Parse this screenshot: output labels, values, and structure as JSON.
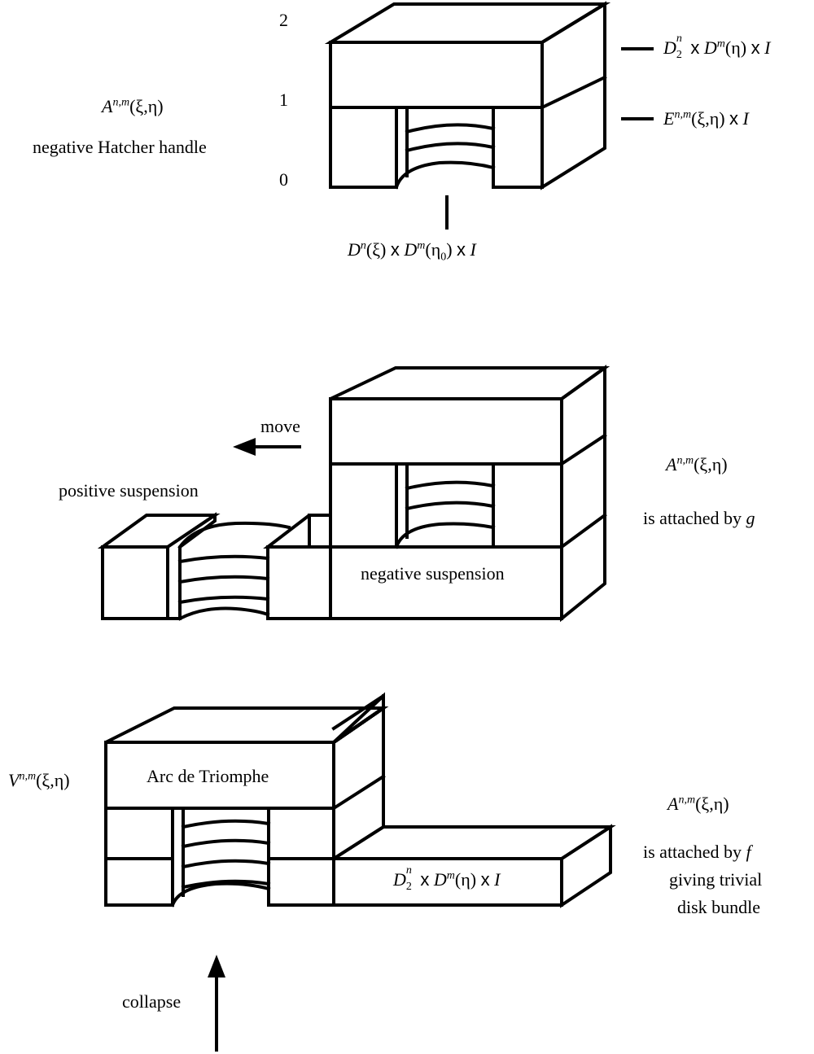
{
  "fig1": {
    "levels": [
      "2",
      "1",
      "0"
    ],
    "left_label": {
      "sym": "A",
      "sup": "n,m",
      "args": "(ξ,η)",
      "caption": "negative Hatcher handle"
    },
    "right_top": {
      "sym": "D",
      "sub": "2",
      "sup": "n",
      "rest_times": "x",
      "sym2": "D",
      "sup2": "m",
      "args2": "(η)",
      "times2": "x",
      "I": "I"
    },
    "right_mid": {
      "sym": "E",
      "sup": "n,m",
      "args": "(ξ,η)",
      "times": "x",
      "I": "I"
    },
    "bottom": {
      "sym": "D",
      "sup": "n",
      "args": "(ξ)",
      "times": "x",
      "sym2": "D",
      "sup2": "m",
      "args2": "(η",
      "sub2": "0",
      "close": ")",
      "times2": "x",
      "I": "I"
    }
  },
  "fig2": {
    "move": "move",
    "positive": "positive suspension",
    "negative": "negative suspension",
    "right": {
      "sym": "A",
      "sup": "n,m",
      "args": "(ξ,η)",
      "caption": "is attached by",
      "var": "g"
    }
  },
  "fig3": {
    "left": {
      "sym": "V",
      "sup": "n,m",
      "args": "(ξ,η)"
    },
    "arc": "Arc de Triomphe",
    "right": {
      "sym": "A",
      "sup": "n,m",
      "args": "(ξ,η)",
      "caption": "is attached by",
      "var": "f",
      "line2": "giving trivial",
      "line3": "disk bundle"
    },
    "box": {
      "sym": "D",
      "sub": "2",
      "sup": "n",
      "times": "x",
      "sym2": "D",
      "sup2": "m",
      "args2": "(η)",
      "times2": "x",
      "I": "I"
    },
    "collapse": "collapse"
  }
}
